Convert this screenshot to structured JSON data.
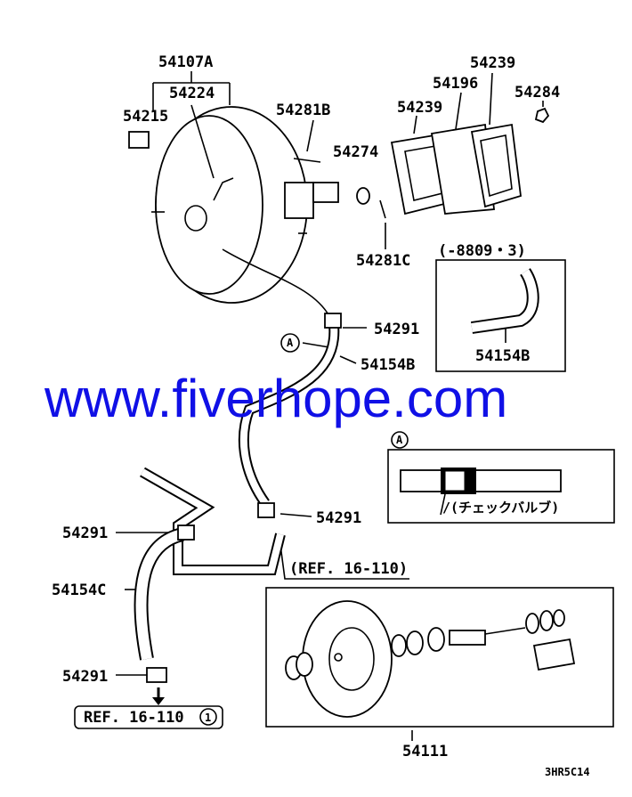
{
  "diagram": {
    "parts": {
      "booster_assy": "54107A",
      "valve": "54224",
      "switch": "54215",
      "pin_b": "54281B",
      "washer": "54274",
      "gasket_top": "54239",
      "spacer": "54196",
      "nut": "54284",
      "gasket_left": "54239",
      "pin_c": "54281C",
      "clamp_upper": "54291",
      "hose_b": "54154B",
      "hose_b_inset": "54154B",
      "clamp_middle": "54291",
      "clamp_left": "54291",
      "hose_c": "54154C",
      "clamp_bottom": "54291",
      "master_cyl": "54111"
    },
    "inset_note": "(-8809・3)",
    "check_valve_label": "/(チェックバルブ)",
    "callout_a": "A",
    "callout_a2": "A",
    "ref_upper": "(REF. 16-110)",
    "ref_lower": "REF. 16-110",
    "ref_lower_num": "1",
    "diagram_code": "3HR5C14"
  },
  "watermark": "www.fiverhope.com"
}
